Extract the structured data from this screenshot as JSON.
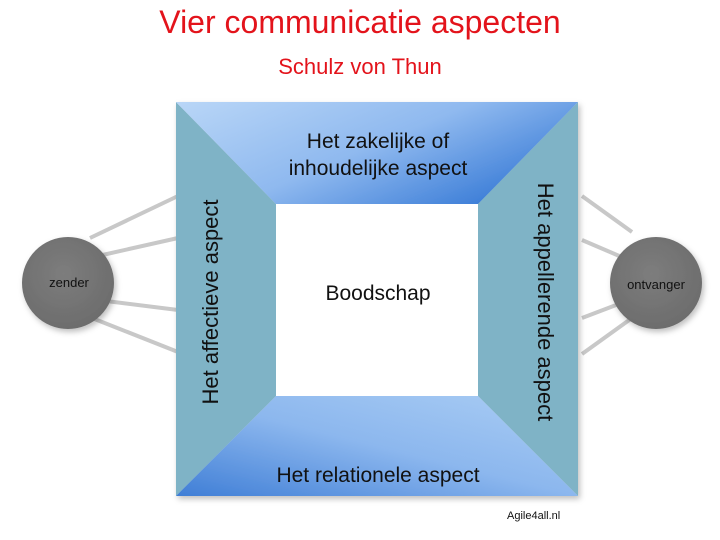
{
  "title": "Vier communicatie aspecten",
  "subtitle": "Schulz von Thun",
  "diagram": {
    "top_line1": "Het zakelijke of",
    "top_line2": "inhoudelijke aspect",
    "left": "Het affectieve aspect",
    "right": "Het appellerende aspect",
    "bottom": "Het relationele aspect",
    "center": "Boodschap",
    "sender": "zender",
    "receiver": "ontvanger"
  },
  "footer": "Agile4all.nl",
  "colors": {
    "title": "#e3131b",
    "side_panel": "#7fb3c6",
    "blue_dark": "#3f7fd6",
    "blue_light": "#a8ccf5",
    "circle": "#737373",
    "arrow": "#c8c8c8"
  }
}
